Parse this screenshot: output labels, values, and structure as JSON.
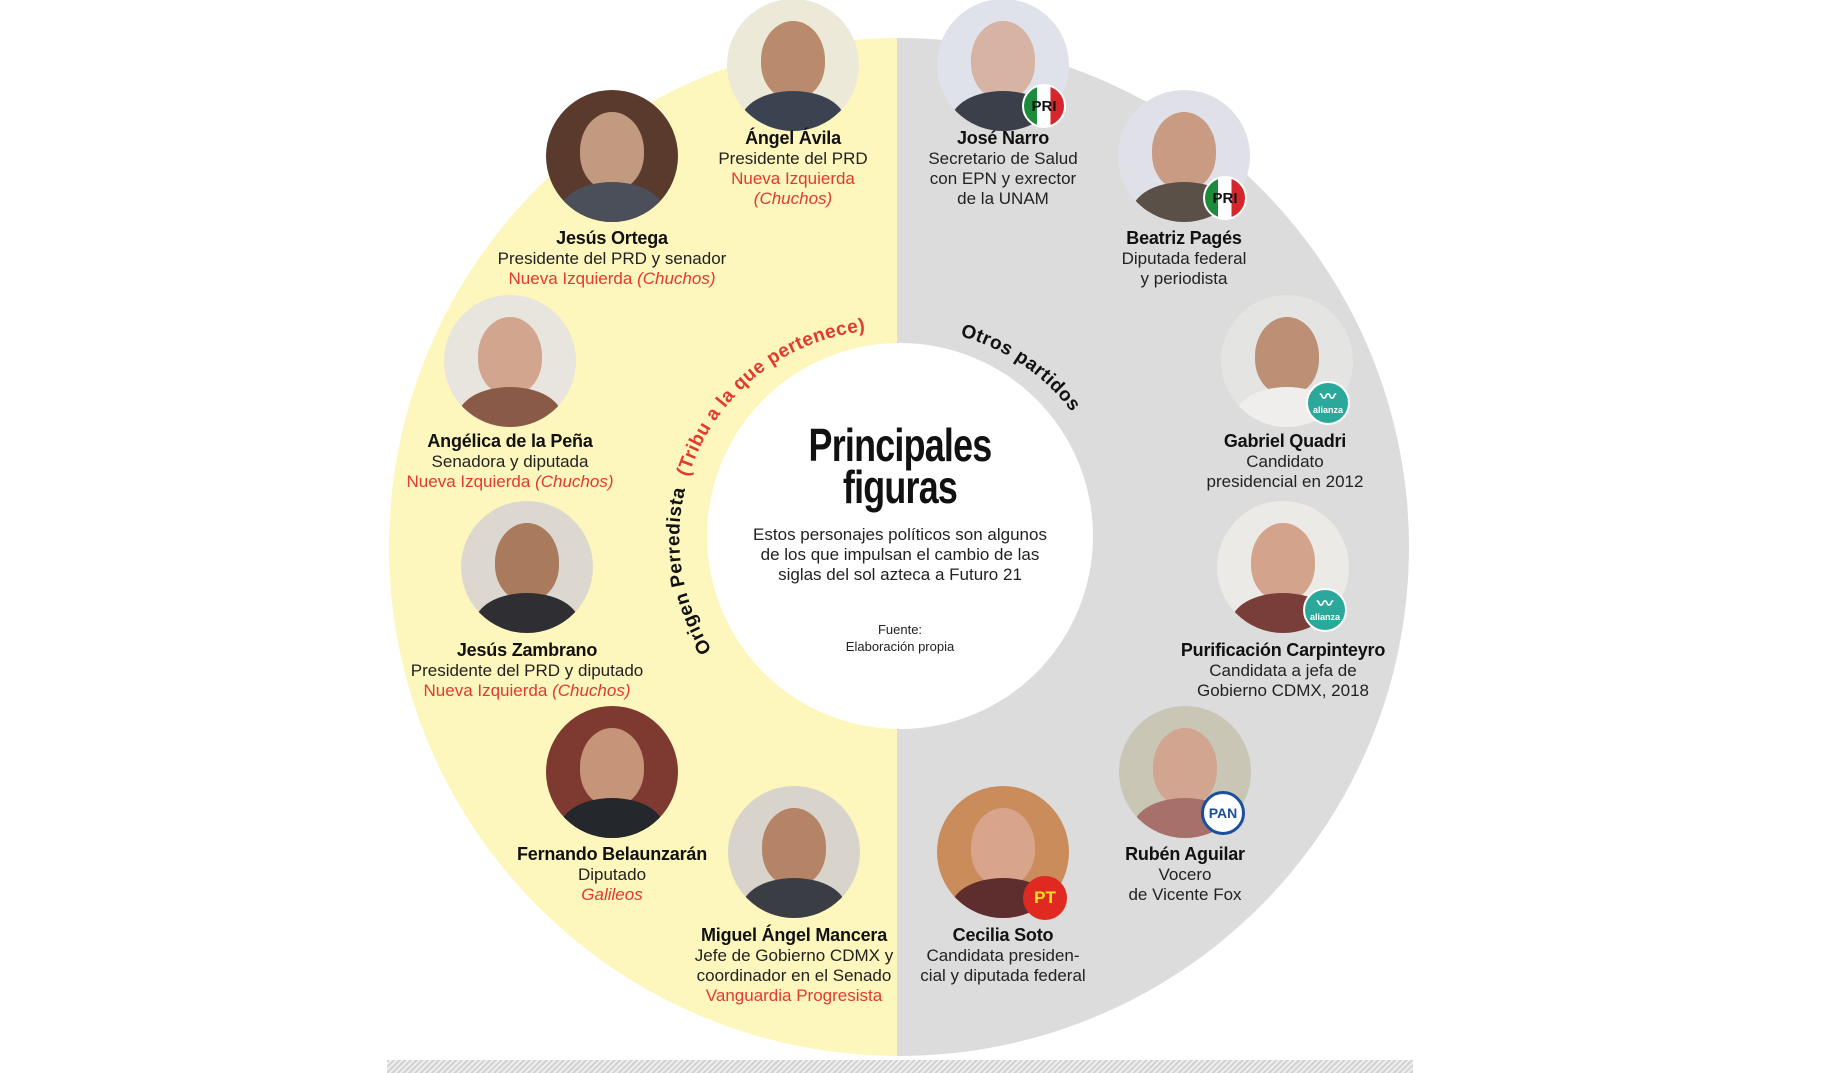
{
  "infographic": {
    "title_line1": "Principales",
    "title_line2": "figuras",
    "description": "Estos personajes políticos son algunos de los que impulsan el cambio de las siglas del sol azteca a Futuro 21",
    "source_label": "Fuente:",
    "source_value": "Elaboración propia",
    "left_arc_label": "Origen Perredista",
    "left_arc_label_red": "(Tribu a la que pertenece)",
    "right_arc_label": "Otros partidos",
    "colors": {
      "left_half": "#fdf6bd",
      "right_half": "#dcdcdc",
      "accent_red": "#e23a2e",
      "text": "#111111"
    }
  },
  "left_people": [
    {
      "name": "Ángel Ávila",
      "role_lines": [
        "Presidente del PRD"
      ],
      "tribe": "Nueva Izquierda",
      "tribe_italic": "(Chuchos)"
    },
    {
      "name": "Jesús Ortega",
      "role_lines": [
        "Presidente del PRD y senador"
      ],
      "tribe": "Nueva Izquierda",
      "tribe_italic": "(Chuchos)"
    },
    {
      "name": "Angélica de la Peña",
      "role_lines": [
        "Senadora y diputada"
      ],
      "tribe": "Nueva Izquierda",
      "tribe_italic": "(Chuchos)"
    },
    {
      "name": "Jesús Zambrano",
      "role_lines": [
        "Presidente del PRD y diputado"
      ],
      "tribe": "Nueva Izquierda",
      "tribe_italic": "(Chuchos)"
    },
    {
      "name": "Fernando Belaunzarán",
      "role_lines": [
        "Diputado"
      ],
      "tribe": "",
      "tribe_italic": "Galileos"
    },
    {
      "name": "Miguel Ángel Mancera",
      "role_lines": [
        "Jefe de Gobierno CDMX y",
        "coordinador en el Senado"
      ],
      "tribe": "Vanguardia Progresista",
      "tribe_italic": ""
    }
  ],
  "right_people": [
    {
      "name": "José Narro",
      "role_lines": [
        "Secretario de Salud",
        "con EPN y exrector",
        "de la UNAM"
      ],
      "party_badge": "PRI"
    },
    {
      "name": "Beatriz Pagés",
      "role_lines": [
        "Diputada federal",
        "y periodista"
      ],
      "party_badge": "PRI"
    },
    {
      "name": "Gabriel Quadri",
      "role_lines": [
        "Candidato",
        "presidencial en 2012"
      ],
      "party_badge": "alianza"
    },
    {
      "name": "Purificación Carpinteyro",
      "role_lines": [
        "Candidata a jefa de",
        "Gobierno CDMX, 2018"
      ],
      "party_badge": "alianza"
    },
    {
      "name": "Rubén Aguilar",
      "role_lines": [
        "Vocero",
        "de Vicente Fox"
      ],
      "party_badge": "PAN"
    },
    {
      "name": "Cecilia Soto",
      "role_lines": [
        "Candidata presiden-",
        "cial y diputada federal"
      ],
      "party_badge": "PT"
    }
  ],
  "badges": {
    "pri": "PRI",
    "alianza": "alianza",
    "pan": "PAN",
    "pt": "PT",
    "alianza_wing": "〰"
  }
}
